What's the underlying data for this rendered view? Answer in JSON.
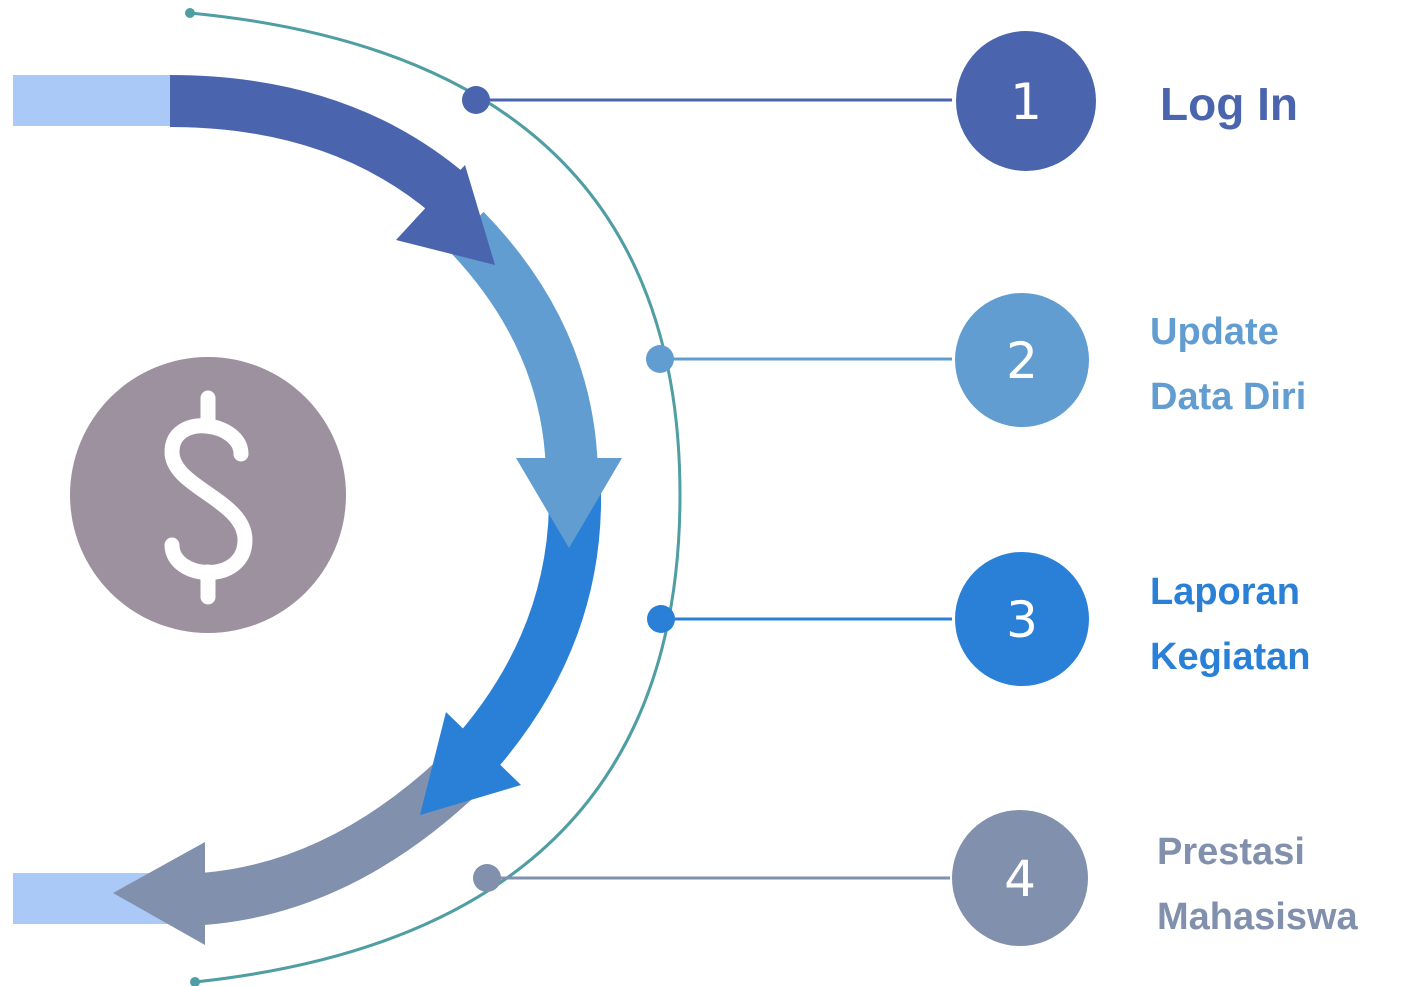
{
  "colors": {
    "step1": "#4A65AE",
    "step2": "#619DD1",
    "step3": "#2A80D6",
    "step4": "#8190AC",
    "tail": "#ABC9F6",
    "connector": "#4F9EA3",
    "dollar_circle": "#9D909F",
    "background": "#FFFFFF"
  },
  "center_icon": "dollar-icon",
  "steps": [
    {
      "number": "1",
      "lines": [
        "Log In"
      ]
    },
    {
      "number": "2",
      "lines": [
        "Update",
        "Data Diri"
      ]
    },
    {
      "number": "3",
      "lines": [
        "Laporan",
        "Kegiatan"
      ]
    },
    {
      "number": "4",
      "lines": [
        "Prestasi",
        "Mahasiswa"
      ]
    }
  ]
}
